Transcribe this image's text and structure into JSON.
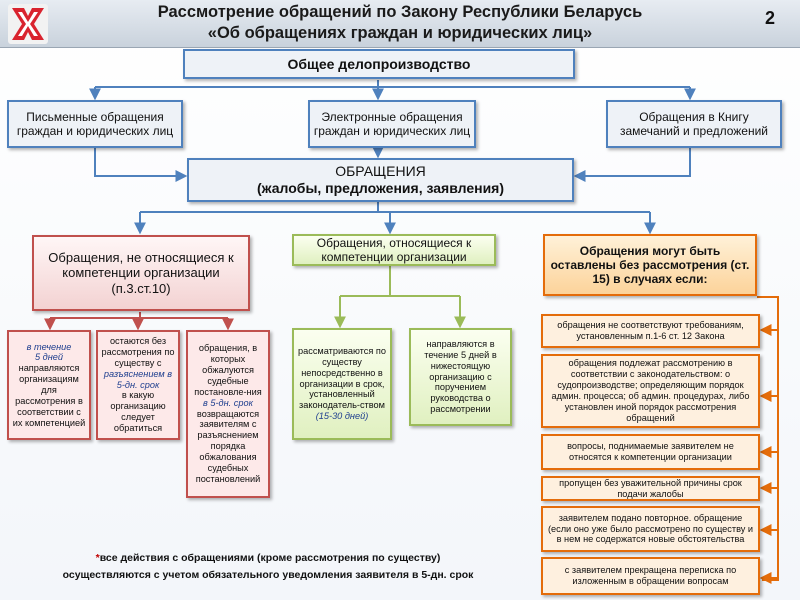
{
  "header": {
    "title_line1": "Рассмотрение обращений по Закону Республики Беларусь",
    "title_line2": "«Об обращениях граждан и юридических лиц»",
    "page_number": "2"
  },
  "colors": {
    "blue": "#4f81bd",
    "red": "#c0504d",
    "green": "#9bbb59",
    "orange": "#e46c0a"
  },
  "top_box": "Общее делопроизводство",
  "sources": {
    "written": "Письменные обращения граждан и юридических лиц",
    "electronic": "Электронные обращения граждан и юридических лиц",
    "book": "Обращения в Книгу замечаний и предложений"
  },
  "appeals": {
    "line1": "ОБРАЩЕНИЯ",
    "line2": "(жалобы, предложения, заявления)"
  },
  "categories": {
    "not_competent": {
      "title": "Обращения, не относящиеся к компетенции организации",
      "ref": "(п.3.ст.10)"
    },
    "competent": "Обращения, относящиеся к компетенции организации",
    "left_without": "Обращения могут быть оставлены без рассмотрения (ст. 15) в случаях если:"
  },
  "red_items": {
    "a": {
      "p1": "в течение",
      "p2": "5 дней",
      "p3": "направляются организациям для рассмотрения в соответствии с их компетенцией"
    },
    "b": {
      "p1": "остаются без рассмотрения по существу с",
      "p2": "разъяснением в 5-дн. срок",
      "p3": "в какую организацию следует обратиться"
    },
    "c": {
      "p1": "обращения, в которых обжалуются судебные постановле-ния",
      "p2": "в 5-дн. срок",
      "p3": "возвращаются заявителям с разъяснением порядка обжалования судебных постановлений"
    }
  },
  "green_items": {
    "a": {
      "p1": "рассматриваются по существу непосредственно в организации в срок, установленный законодатель-ством",
      "p2": "(15-30 дней)"
    },
    "b": "направляются в течение 5 дней в нижестоящую организацию с поручением руководства о рассмотрении"
  },
  "orange_items": [
    "обращения не соответствуют требованиям, установленным п.1-6 ст. 12 Закона",
    "обращения подлежат рассмотрению в соответствии с законодательством: о судопроизводстве; определяющим порядок админ. процесса; об админ. процедурах, либо установлен иной порядок рассмотрения обращений",
    "вопросы, поднимаемые заявителем не относятся к компетенции организации",
    "пропущен без уважительной причины срок подачи жалобы",
    "заявителем подано повторное. обращение (если оно уже было рассмотрено по существу и в нем не содержатся новые обстоятельства",
    "с заявителем прекращена переписка по изложенным в обращении вопросам"
  ],
  "footnote": {
    "star": "*",
    "line1": "все действия с обращениями (кроме рассмотрения по существу)",
    "line2": "осуществляются с учетом обязательного уведомления заявителя в 5-дн. срок"
  }
}
